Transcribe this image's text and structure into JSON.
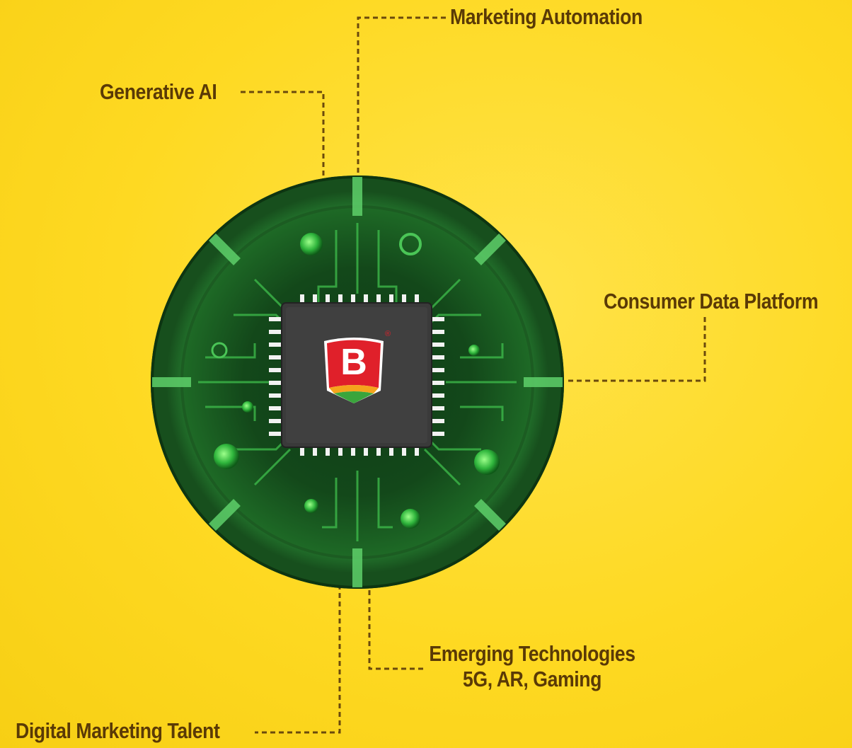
{
  "labels": {
    "marketing_automation": "Marketing Automation",
    "generative_ai": "Generative AI",
    "consumer_data_platform": "Consumer Data Platform",
    "emerging_technologies": "Emerging Technologies",
    "emerging_sub": "5G, AR, Gaming",
    "digital_marketing_talent": "Digital Marketing Talent"
  },
  "logo": {
    "letter": "B",
    "mark": "®"
  },
  "colors": {
    "background": "#fed922",
    "text": "#5a3a06",
    "connector": "#6b4a0c",
    "circuit_green": "#2e9a3a",
    "chip": "#3c3c3c",
    "logo_red": "#e0202a"
  }
}
